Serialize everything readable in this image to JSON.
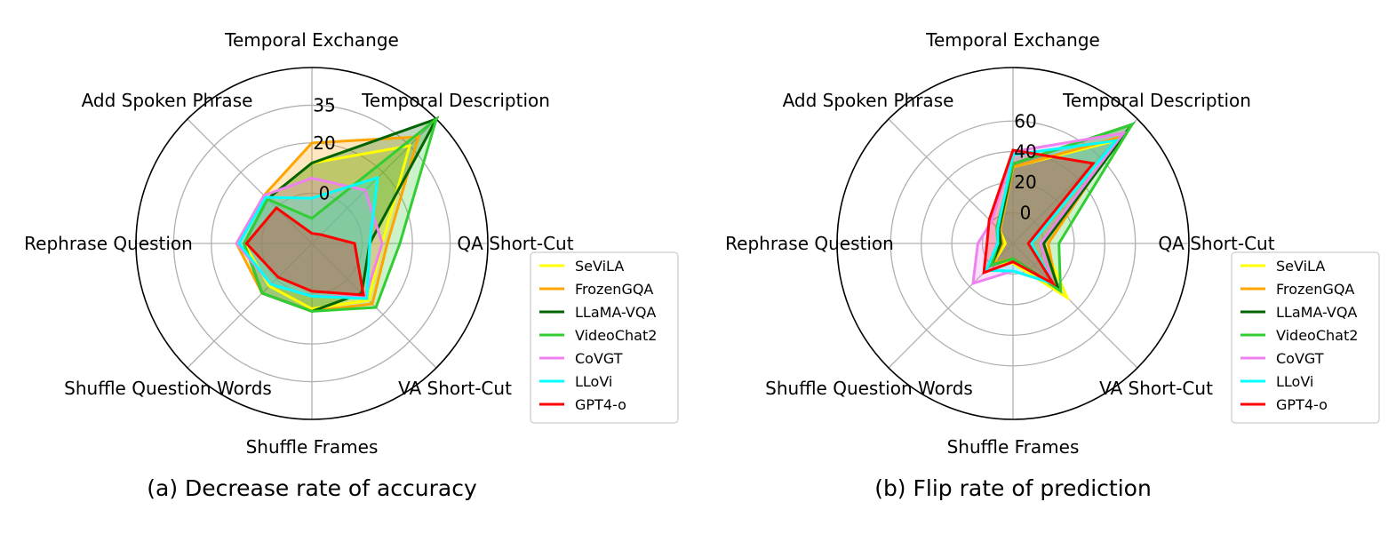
{
  "chart_data": [
    {
      "type": "radar",
      "caption": "(a) Decrease rate of accuracy",
      "axes": [
        "Temporal Exchange",
        "Temporal Description",
        "QA Short-Cut",
        "VA Short-Cut",
        "Shuffle Frames",
        "Shuffle Question Words",
        "Rephrase Question",
        "Add Spoken Phrase"
      ],
      "r_ticks": [
        0,
        20,
        35
      ],
      "r_min": -20,
      "r_max": 50,
      "series": [
        {
          "name": "SeViLA",
          "color": "#ffff00",
          "values": [
            12,
            35,
            8,
            12,
            6,
            4,
            7,
            5
          ]
        },
        {
          "name": "FrozenGQA",
          "color": "#ffa500",
          "values": [
            20,
            40,
            10,
            14,
            7,
            8,
            10,
            7
          ]
        },
        {
          "name": "LLaMA-VQA",
          "color": "#006400",
          "values": [
            12,
            50,
            3,
            8,
            7,
            8,
            7,
            5
          ]
        },
        {
          "name": "VideoChat2",
          "color": "#32cd32",
          "values": [
            -10,
            50,
            15,
            16,
            7,
            8,
            7,
            5
          ]
        },
        {
          "name": "CoVGT",
          "color": "#ee82ee",
          "values": [
            6,
            10,
            8,
            10,
            1,
            3,
            10,
            7
          ]
        },
        {
          "name": "LLoVi",
          "color": "#00ffff",
          "values": [
            -2,
            17,
            3,
            11,
            1,
            3,
            9,
            6
          ]
        },
        {
          "name": "GPT4-o",
          "color": "#ff0000",
          "values": [
            -16,
            -15,
            -3,
            9,
            -1,
            -1,
            6,
            0
          ]
        }
      ]
    },
    {
      "type": "radar",
      "caption": "(b) Flip rate of prediction",
      "axes": [
        "Temporal Exchange",
        "Temporal Description",
        "QA Short-Cut",
        "VA Short-Cut",
        "Shuffle Frames",
        "Shuffle Question Words",
        "Rephrase Question",
        "Add Spoken Phrase"
      ],
      "r_ticks": [
        0,
        20,
        40,
        60
      ],
      "r_min": -20,
      "r_max": 95,
      "series": [
        {
          "name": "SeViLA",
          "color": "#ffff00",
          "values": [
            30,
            75,
            0,
            30,
            -7,
            -2,
            -15,
            -8
          ]
        },
        {
          "name": "FrozenGQA",
          "color": "#ffa500",
          "values": [
            30,
            78,
            3,
            20,
            -10,
            -2,
            -13,
            -8
          ]
        },
        {
          "name": "LLaMA-VQA",
          "color": "#006400",
          "values": [
            32,
            90,
            0,
            22,
            -10,
            0,
            -12,
            -7
          ]
        },
        {
          "name": "VideoChat2",
          "color": "#32cd32",
          "values": [
            32,
            90,
            10,
            24,
            -10,
            0,
            -10,
            -5
          ]
        },
        {
          "name": "CoVGT",
          "color": "#ee82ee",
          "values": [
            40,
            82,
            -2,
            17,
            -2,
            17,
            3,
            0
          ]
        },
        {
          "name": "LLoVi",
          "color": "#00ffff",
          "values": [
            38,
            75,
            -8,
            17,
            -2,
            5,
            -10,
            -6
          ]
        },
        {
          "name": "GPT4-o",
          "color": "#ff0000",
          "values": [
            41,
            54,
            -10,
            17,
            -8,
            7,
            -3,
            2
          ]
        }
      ]
    }
  ]
}
